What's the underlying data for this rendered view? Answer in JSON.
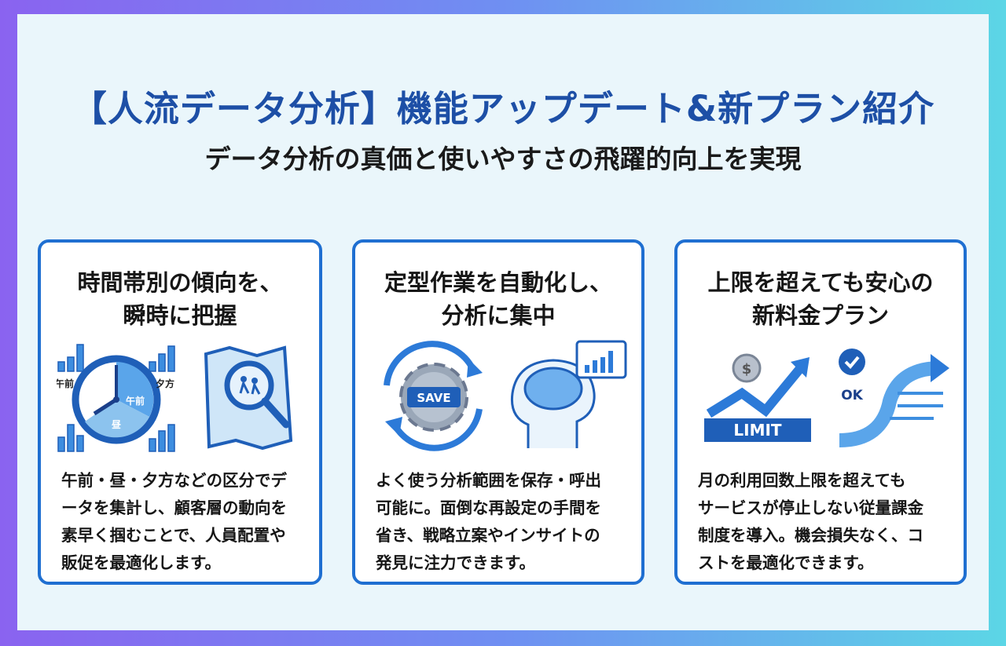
{
  "header": {
    "title": "【人流データ分析】機能アップデート&新プラン紹介",
    "subtitle": "データ分析の真価と使いやすさの飛躍的向上を実現"
  },
  "cards": [
    {
      "heading": [
        "時間帯別の傾向を、",
        "瞬時に把握"
      ],
      "labels": {
        "am": "午前",
        "evening": "夕方",
        "clock_am": "午前",
        "noon": "昼"
      },
      "body": [
        "午前・昼・夕方などの区分でデ",
        "ータを集計し、顧客層の動向を",
        "素早く掴むことで、人員配置や",
        "販促を最適化します。"
      ]
    },
    {
      "heading": [
        "定型作業を自動化し、",
        "分析に集中"
      ],
      "labels": {
        "save": "SAVE"
      },
      "body": [
        "よく使う分析範囲を保存・呼出",
        "可能に。面倒な再設定の手間を",
        "省き、戦略立案やインサイトの",
        "発見に注力できます。"
      ]
    },
    {
      "heading": [
        "上限を超えても安心の",
        "新料金プラン"
      ],
      "labels": {
        "limit": "LIMIT",
        "ok": "OK",
        "dollar": "$"
      },
      "body": [
        "月の利用回数上限を超えても",
        "サービスが停止しない従量課金",
        "制度を導入。機会損失なく、コ",
        "ストを最適化できます。"
      ]
    }
  ],
  "colors": {
    "accent": "#1f6fd1",
    "title": "#1d4fa6",
    "light": "#8cc3ee"
  }
}
